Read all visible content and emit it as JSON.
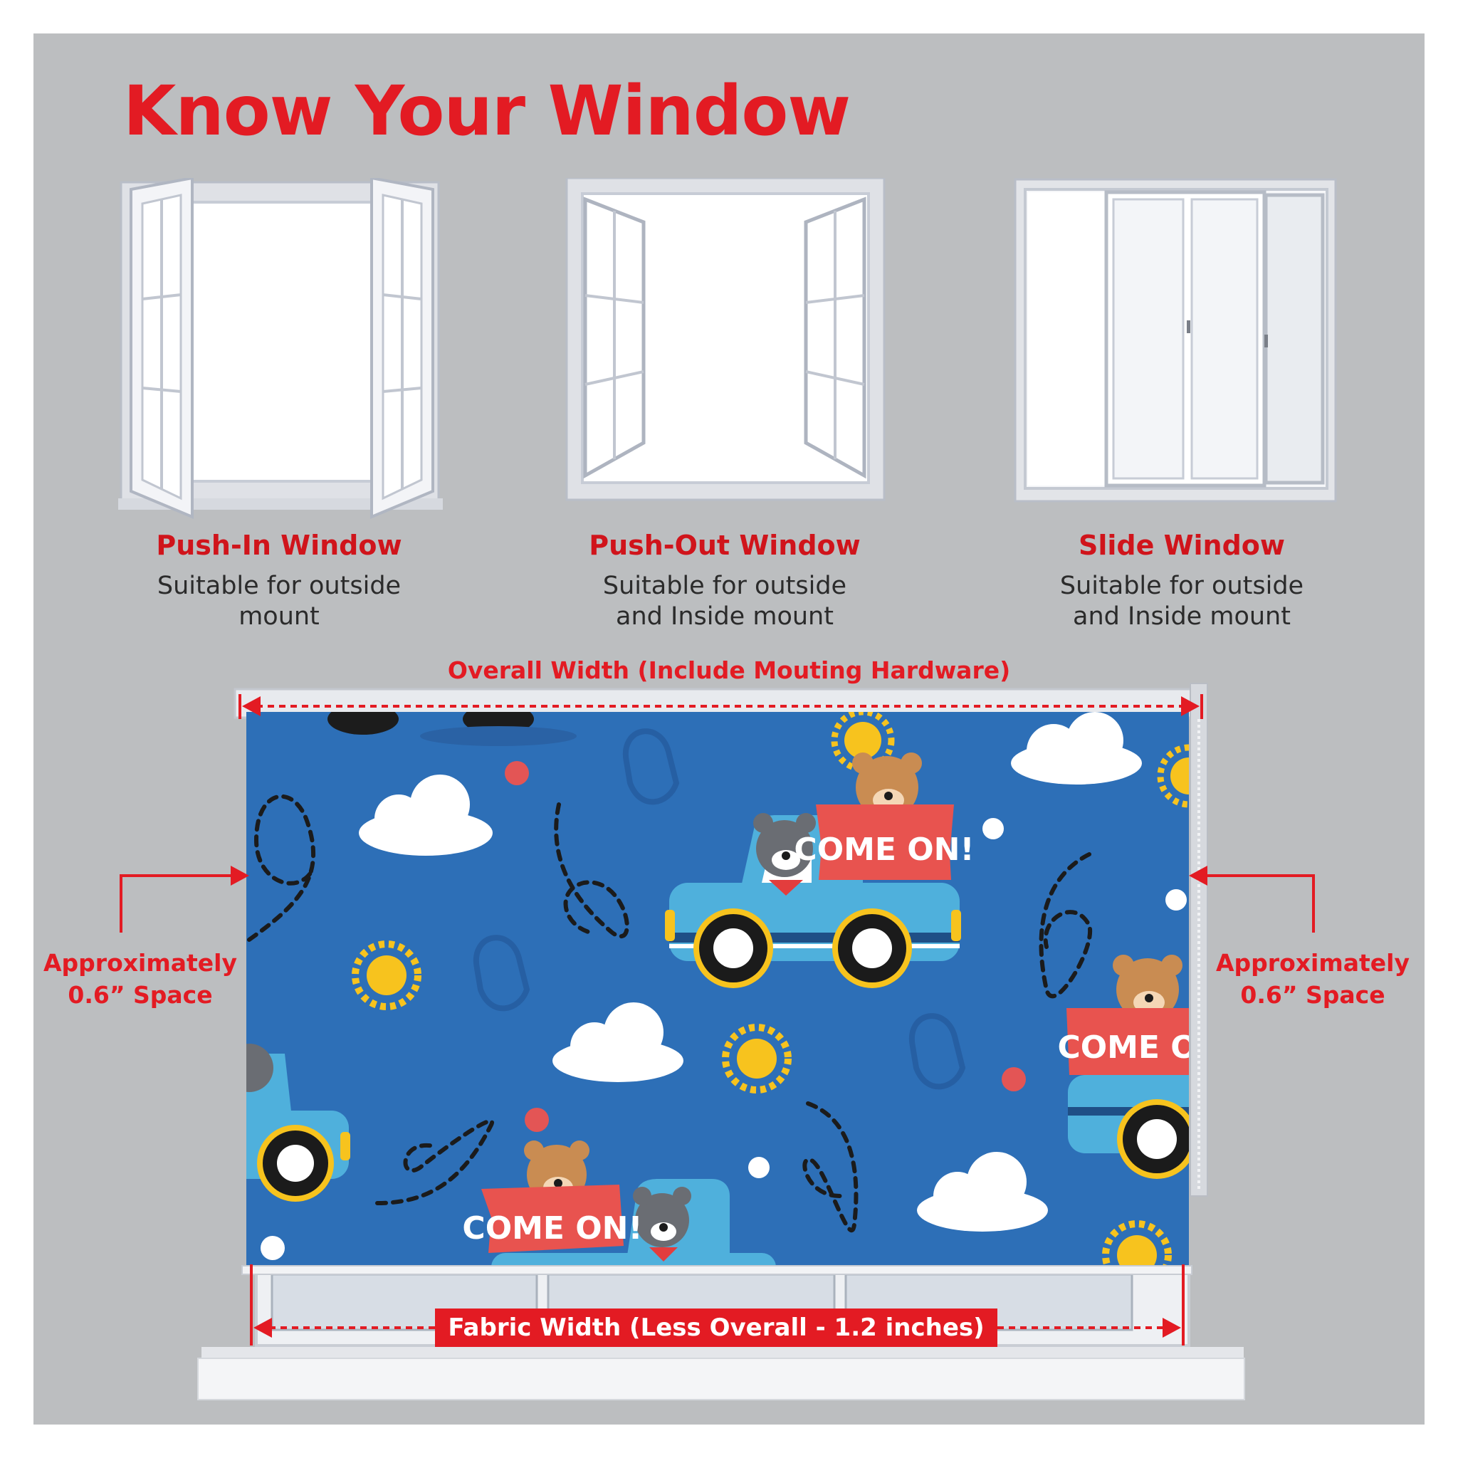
{
  "title": "Know Your Window",
  "windows": [
    {
      "name": "Push-In Window",
      "description": "Suitable for outside mount",
      "desc_line1": "Suitable for outside",
      "desc_line2": "mount",
      "icon": "push-in-window-icon"
    },
    {
      "name": "Push-Out Window",
      "description": "Suitable for outside and Inside mount",
      "desc_line1": "Suitable for outside",
      "desc_line2": "and Inside mount",
      "icon": "push-out-window-icon"
    },
    {
      "name": "Slide Window",
      "description": "Suitable for outside and Inside mount",
      "desc_line1": "Suitable for outside",
      "desc_line2": "and Inside mount",
      "icon": "slide-window-icon"
    }
  ],
  "dimensions": {
    "overall_width": "Overall Width (Include Mouting Hardware)",
    "side_space_line1": "Approximately",
    "side_space_line2": "0.6” Space",
    "fabric_width": "Fabric Width (Less Overall - 1.2 inches)"
  },
  "blind_print": {
    "banner_text": "COME ON!",
    "banner_text_cut": "COME ON"
  },
  "colors": {
    "accent": "#e31b23",
    "background": "#bcbec0",
    "fabric_blue": "#2d6fb7",
    "truck_blue": "#4fb0dc",
    "sun_yellow": "#f7c31e"
  }
}
